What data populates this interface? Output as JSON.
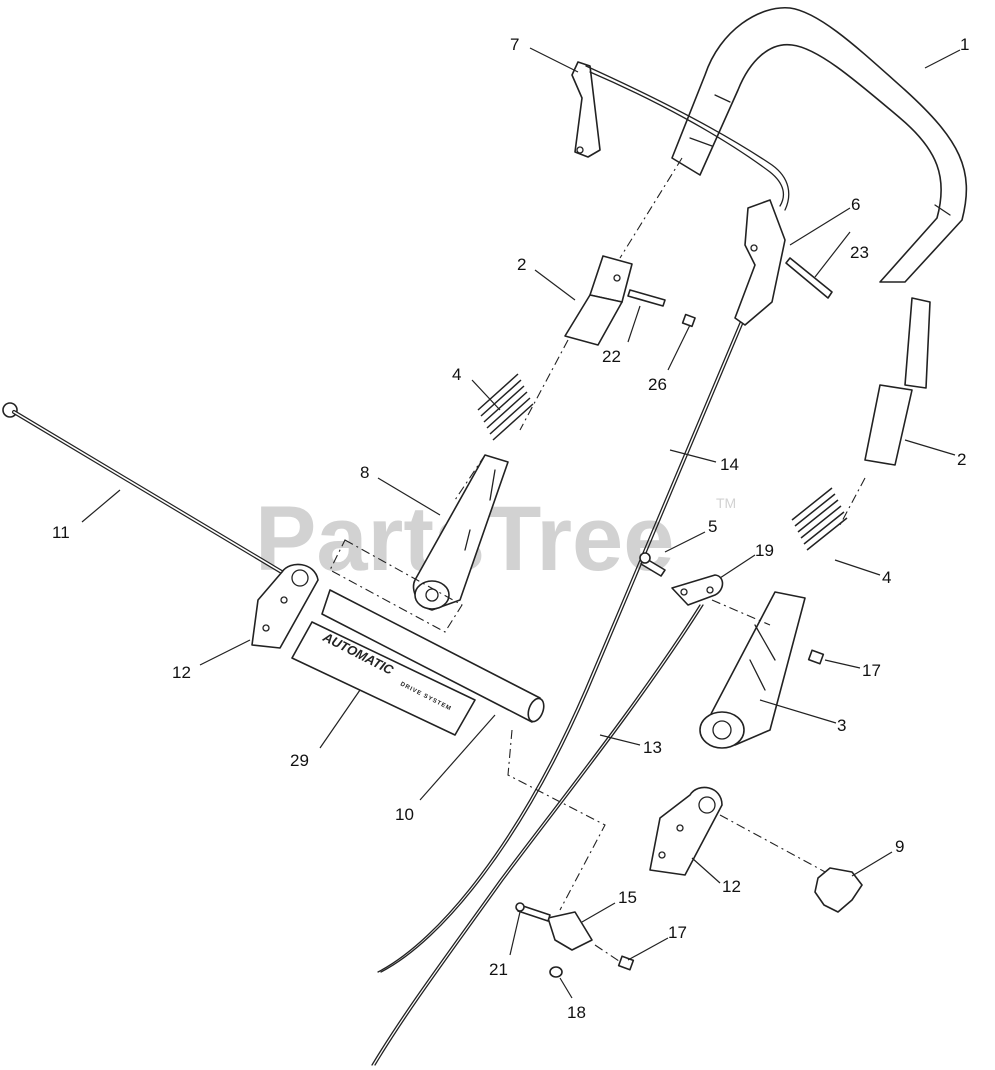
{
  "watermark": {
    "text": "PartsTree",
    "trademark": "TM"
  },
  "decal": {
    "brand": "AUTOMATIC",
    "subtitle": "DRIVE SYSTEM"
  },
  "callouts": [
    {
      "id": "c1",
      "label": "1"
    },
    {
      "id": "c7",
      "label": "7"
    },
    {
      "id": "c6",
      "label": "6"
    },
    {
      "id": "c23",
      "label": "23"
    },
    {
      "id": "c2a",
      "label": "2"
    },
    {
      "id": "c22",
      "label": "22"
    },
    {
      "id": "c26",
      "label": "26"
    },
    {
      "id": "c4a",
      "label": "4"
    },
    {
      "id": "c14",
      "label": "14"
    },
    {
      "id": "c2b",
      "label": "2"
    },
    {
      "id": "c8",
      "label": "8"
    },
    {
      "id": "c11",
      "label": "11"
    },
    {
      "id": "c5",
      "label": "5"
    },
    {
      "id": "c19",
      "label": "19"
    },
    {
      "id": "c4b",
      "label": "4"
    },
    {
      "id": "c17a",
      "label": "17"
    },
    {
      "id": "c12a",
      "label": "12"
    },
    {
      "id": "c3",
      "label": "3"
    },
    {
      "id": "c29",
      "label": "29"
    },
    {
      "id": "c13",
      "label": "13"
    },
    {
      "id": "c10",
      "label": "10"
    },
    {
      "id": "c9",
      "label": "9"
    },
    {
      "id": "c12b",
      "label": "12"
    },
    {
      "id": "c15",
      "label": "15"
    },
    {
      "id": "c17b",
      "label": "17"
    },
    {
      "id": "c21",
      "label": "21"
    },
    {
      "id": "c18",
      "label": "18"
    }
  ]
}
